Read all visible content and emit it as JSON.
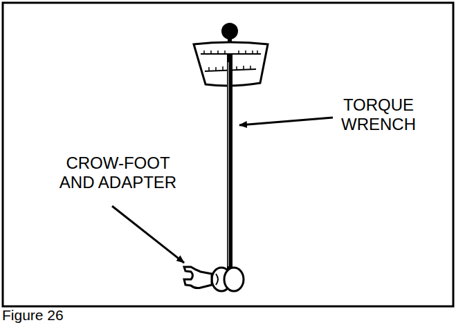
{
  "diagram": {
    "caption": "Figure 26",
    "labels": [
      "TORQUE WRENCH",
      "CROW-FOOT AND ADAPTER"
    ]
  }
}
